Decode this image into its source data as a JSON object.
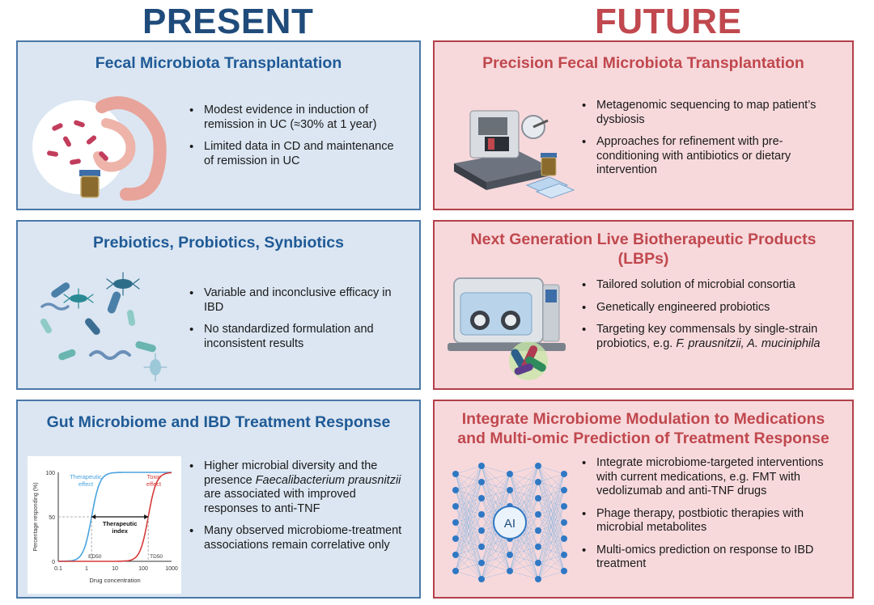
{
  "present": {
    "title": "PRESENT",
    "panels": [
      {
        "title": "Fecal Microbiota Transplantation",
        "bullets": [
          "Modest evidence in induction of remission in UC (≈30% at 1 year)",
          "Limited data in CD and maintenance of remission in UC"
        ]
      },
      {
        "title": "Prebiotics, Probiotics, Synbiotics",
        "bullets": [
          "Variable and inconclusive efficacy in IBD",
          "No standardized formulation and inconsistent results"
        ]
      },
      {
        "title": "Gut Microbiome and IBD Treatment Response",
        "bullets": [
          {
            "pre": "Higher microbial diversity and the presence ",
            "italic": "Faecalibacterium prausnitzii",
            "post": " are associated with improved responses to anti-TNF"
          },
          "Many observed microbiome-treatment associations remain correlative only"
        ],
        "mini_chart": {
          "ylabel": "Percentage responding (%)",
          "xlabel": "Drug concentration",
          "yticks": [
            "0",
            "50",
            "100"
          ],
          "xticks": [
            "0.1",
            "1",
            "10",
            "100",
            "1000"
          ],
          "series": [
            {
              "label": "Therapeutic effect",
              "label_lines": [
                "Therapeutic",
                "effect"
              ],
              "color": "#4aa3df",
              "ed_label": "ED50",
              "ed_x": 1.5
            },
            {
              "label": "Toxic effect",
              "label_lines": [
                "Toxic",
                "effect"
              ],
              "color": "#d63a3a",
              "ed_label": "TD50",
              "ed_x": 150
            }
          ],
          "index_label": [
            "Therapeutic",
            "index"
          ]
        }
      }
    ]
  },
  "future": {
    "title": "FUTURE",
    "panels": [
      {
        "title": "Precision Fecal Microbiota Transplantation",
        "bullets": [
          "Metagenomic sequencing to map patient’s dysbiosis",
          "Approaches for refinement with pre-conditioning with antibiotics or dietary intervention"
        ]
      },
      {
        "title": "Next Generation Live Biotherapeutic Products (LBPs)",
        "title_lines": [
          "Next Generation Live Biotherapeutic Products",
          "(LBPs)"
        ],
        "bullets": [
          "Tailored solution of microbial consortia",
          "Genetically engineered probiotics",
          {
            "pre": "Targeting key commensals by single-strain probiotics, e.g. ",
            "italic": "F. prausnitzii, A. muciniphila",
            "post": ""
          }
        ]
      },
      {
        "title": "Integrate Microbiome Modulation to Medications and Multi-omic Prediction of Treatment Response",
        "title_lines": [
          "Integrate Microbiome Modulation to Medications",
          "and Multi-omic Prediction of Treatment Response"
        ],
        "bullets": [
          "Integrate microbiome-targeted interventions with current medications, e.g. FMT with vedolizumab and anti-TNF drugs",
          "Phage therapy, postbiotic therapies with microbial metabolites",
          "Multi-omics prediction on response to IBD treatment"
        ],
        "ai_label": "AI"
      }
    ]
  },
  "colors": {
    "present_title": "#1f4b7a",
    "future_title": "#c0484e",
    "present_bg": "#dbe6f2",
    "present_border": "#4a78a8",
    "future_bg": "#f7d9dc",
    "future_border": "#b3404a",
    "network": "#2f78c4"
  },
  "icons": [
    "intestine-icon",
    "stool-jar-icon",
    "bacteria-icon",
    "microtome-icon",
    "anaerobic-chamber-icon",
    "capsule-icon",
    "neural-network-icon"
  ]
}
